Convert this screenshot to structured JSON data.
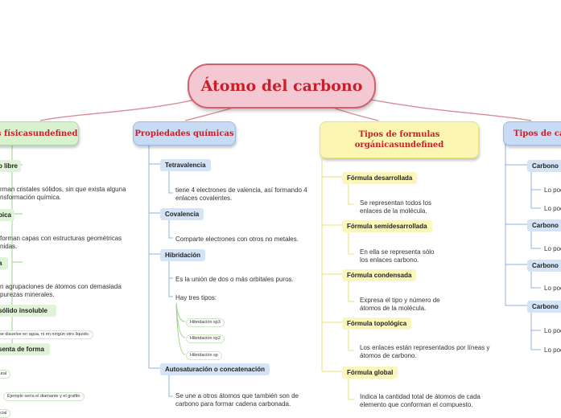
{
  "root": {
    "title": "Átomo del carbono"
  },
  "branches": {
    "fisicas": {
      "title": "es físicasundefined",
      "subs": [
        "o libre",
        "pica",
        "a",
        "sólido insoluble",
        "senta de forma"
      ],
      "leaves": [
        "rman cristales sólidos, sin que exista alguna",
        "nsformación química.",
        "forman capas con estructuras geométricas",
        "nidas.",
        "n agrupaciones de átomos con demasiada",
        "purezas minerales."
      ],
      "tiny": [
        "se disuelve en agua, ni en ningún otro líquido.",
        "ural",
        "Ejemplo sería el diamante y el grafito",
        "icial"
      ]
    },
    "quimicas": {
      "title": "Propiedades químicas",
      "subs": [
        "Tetravalencia",
        "Covalencia",
        "Hibridación",
        "Autosaturación o concatenación"
      ],
      "leaves": [
        "tiene 4 electrones de valencia, así formando 4",
        "enlaces covalentes.",
        "Comparte electrones con otros no metales.",
        "Es la unión de dos o más orbitales puros.",
        "Hay tres tipos:",
        "Se une a otros átomos que también son de",
        "carbono para formar cadena carbonada."
      ],
      "tiny": [
        "Hibridación sp3",
        "Hibridación sp2",
        "Hibridación sp"
      ]
    },
    "formulas": {
      "title_line1": "Tipos de formulas",
      "title_line2": "orgánicasundefined",
      "subs": [
        "Fórmula desarrollada",
        "Fórmula semidesarrollada",
        "Fórmula condensada",
        "Fórmula topológica",
        "Fórmula global"
      ],
      "leaves": [
        "Se representan todos los",
        "enlaces de la molécula.",
        "En ella se representa sólo",
        "los enlaces carbono.",
        "Expresa el tipo y número de",
        "átomos de la molécula.",
        "Los enlaces están representados por líneas y",
        "átomos de carbono.",
        "Indica la cantidad total de átomos de cada",
        "elemento que conforman el compuesto."
      ]
    },
    "tipos": {
      "title": "Tipos de carb",
      "subs": [
        "Carbono",
        "Carbono",
        "Carbono",
        "Carbono"
      ],
      "leaves": [
        "Lo poo",
        "Lo poo",
        "Lo poo",
        "Lo poo",
        "Lo poo",
        "Lo poo"
      ]
    }
  },
  "colors": {
    "title_red": "#c8202a",
    "green_branch": "#d8f2cf",
    "blue_branch": "#c7dcf4",
    "yellow_branch": "#fbf7b3",
    "root_fill": "#f4c8d3",
    "root_border": "#d35f6d"
  }
}
